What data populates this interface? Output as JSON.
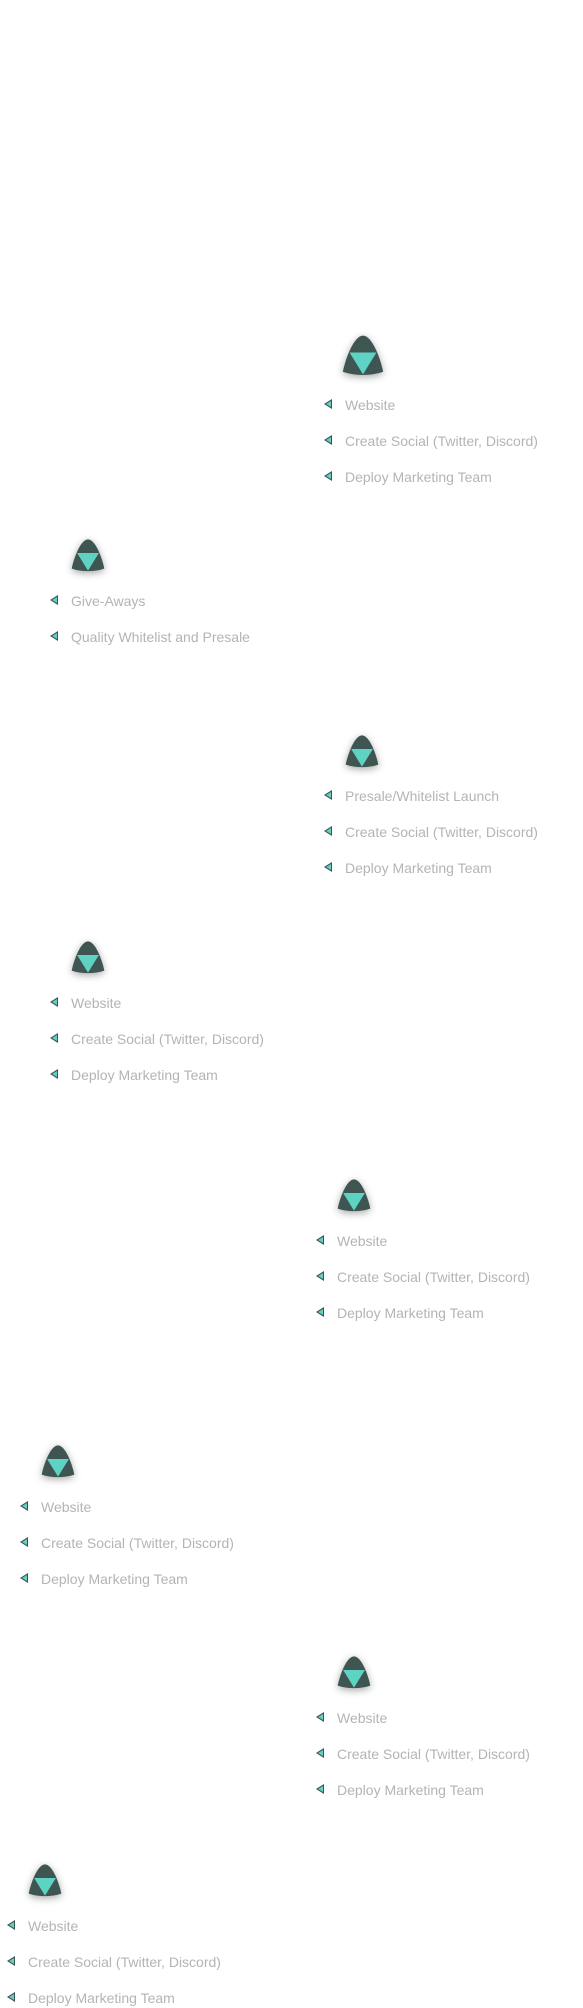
{
  "colors": {
    "accent": "#5fd3c3",
    "icon_dark": "#3f5552",
    "text": "#b4b4b4",
    "background": "#ffffff"
  },
  "icons": {
    "phase": "triangle-emblem-icon",
    "bullet": "arrow-bullet-icon"
  },
  "phases": [
    {
      "items": [
        "Website",
        "Create Social (Twitter, Discord)",
        "Deploy Marketing Team"
      ]
    },
    {
      "items": [
        "Give-Aways",
        "Quality Whitelist and Presale"
      ]
    },
    {
      "items": [
        "Presale/Whitelist Launch",
        "Create Social (Twitter, Discord)",
        "Deploy Marketing Team"
      ]
    },
    {
      "items": [
        "Website",
        "Create Social (Twitter, Discord)",
        "Deploy Marketing Team"
      ]
    },
    {
      "items": [
        "Website",
        "Create Social (Twitter, Discord)",
        "Deploy Marketing Team"
      ]
    },
    {
      "items": [
        "Website",
        "Create Social (Twitter, Discord)",
        "Deploy Marketing Team"
      ]
    },
    {
      "items": [
        "Website",
        "Create Social (Twitter, Discord)",
        "Deploy Marketing Team"
      ]
    },
    {
      "items": [
        "Website",
        "Create Social (Twitter, Discord)",
        "Deploy Marketing Team"
      ]
    }
  ]
}
